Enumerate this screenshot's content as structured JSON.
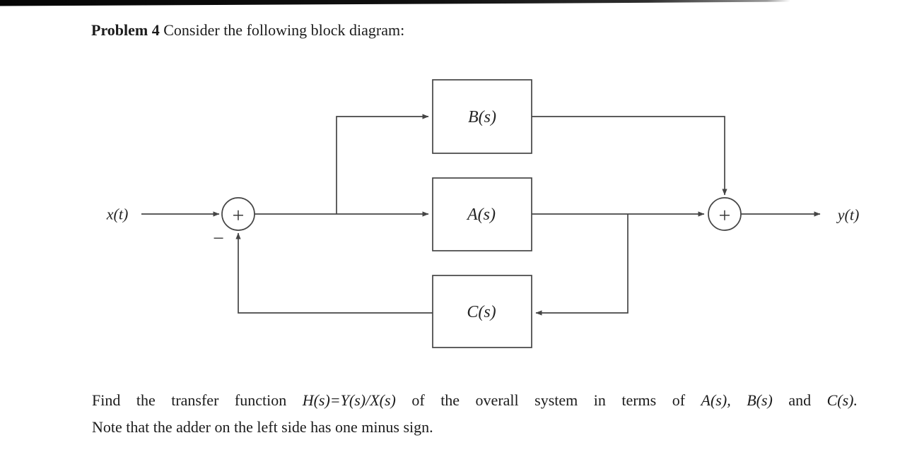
{
  "title": {
    "bold": "Problem 4",
    "rest": " Consider the following block diagram:"
  },
  "diagram": {
    "input_label": "x(t)",
    "output_label": "y(t)",
    "block_top_label": "B(s)",
    "block_mid_label": "A(s)",
    "block_bottom_label": "C(s)",
    "adder_left_plus": "+",
    "adder_left_minus": "−",
    "adder_right_plus": "+",
    "ink_color": "#1b1b1b",
    "line_color": "#454545"
  },
  "footer": {
    "line1": {
      "segments": [
        {
          "text": "Find the transfer function ",
          "italic": false
        },
        {
          "text": "H(s)=Y(s)/X(s)",
          "italic": true
        },
        {
          "text": " of the overall system in terms of ",
          "italic": false
        },
        {
          "text": "A(s), B(s)",
          "italic": true
        },
        {
          "text": " and ",
          "italic": false
        },
        {
          "text": "C(s).",
          "italic": true
        }
      ]
    },
    "line2": "Note that the adder on the left side has one minus sign."
  }
}
